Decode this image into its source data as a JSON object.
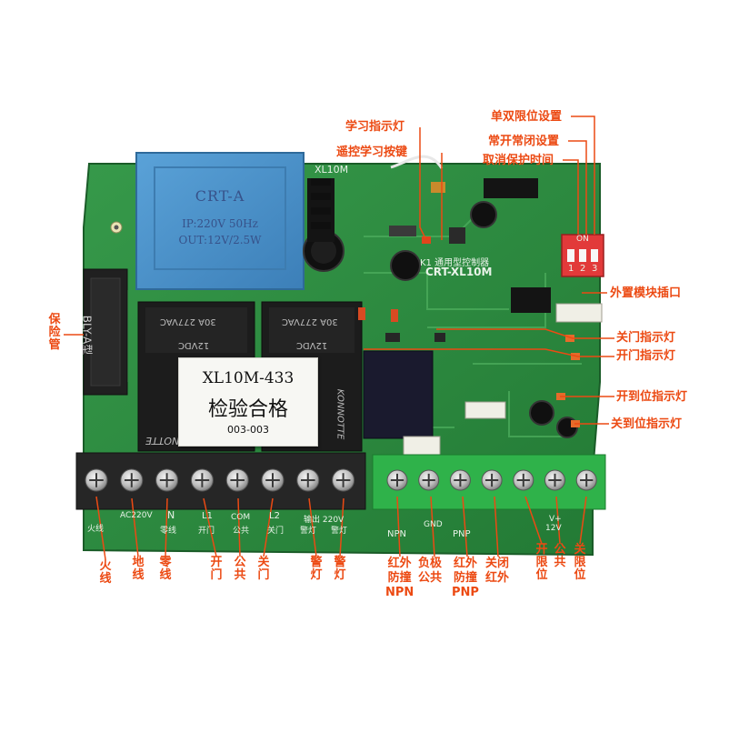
{
  "board": {
    "model_silk": "CRT-XL10M",
    "model_silk_top": "XL10M",
    "board_title_silk": "K1 通用型控制器"
  },
  "transformer": {
    "name": "CRT-A",
    "spec1": "IP:220V 50Hz",
    "spec2": "OUT:12V/2.5W"
  },
  "fuse": {
    "text": "BLY-A型"
  },
  "relays": [
    {
      "spec1": "30A 277VAC",
      "spec2": "12VDC",
      "brand": "KONNOTTE"
    },
    {
      "spec1": "30A 277VAC",
      "spec2": "12VDC",
      "brand": "KONNOTTE"
    }
  ],
  "sticker": {
    "model": "XL10M-433",
    "pass": "检验合格",
    "code": "003-003"
  },
  "dip": {
    "on": "ON",
    "nums": [
      "1",
      "2",
      "3"
    ]
  },
  "silk_left": [
    "火线",
    "AC220V",
    "N",
    "L1",
    "COM",
    "L2",
    "输出 220V"
  ],
  "silk_left_sub": [
    "零线",
    "开门",
    "公共",
    "关门",
    "警灯",
    "警灯"
  ],
  "silk_right": [
    "NPN",
    "GND",
    "PNP",
    "12V",
    "V+"
  ],
  "annotations": {
    "top": [
      "学习指示灯",
      "遥控学习按键",
      "单双限位设置",
      "常开常闭设置",
      "取消保护时间"
    ],
    "right": [
      "外置模块插口",
      "关门指示灯",
      "开门指示灯",
      "开到位指示灯",
      "关到位指示灯"
    ],
    "fuse": "保险管",
    "bottom_left": [
      "火线",
      "地线",
      "零线",
      "开门",
      "公共",
      "关门",
      "警灯",
      "警灯"
    ],
    "bottom_right": [
      [
        "红外",
        "防撞",
        "NPN"
      ],
      [
        "负极",
        "公共"
      ],
      [
        "红外",
        "防撞",
        "PNP"
      ],
      [
        "关闭",
        "红外"
      ],
      [
        "开限位"
      ],
      [
        "公共"
      ],
      [
        "关限位"
      ]
    ]
  },
  "colors": {
    "pcb": "#2e8b3f",
    "pcb_dark": "#1f6b2f",
    "terminal_dark": "#262626",
    "terminal_green": "#2fb24a",
    "annotation": "#ec4a13",
    "transformer": "#4a90c8"
  }
}
